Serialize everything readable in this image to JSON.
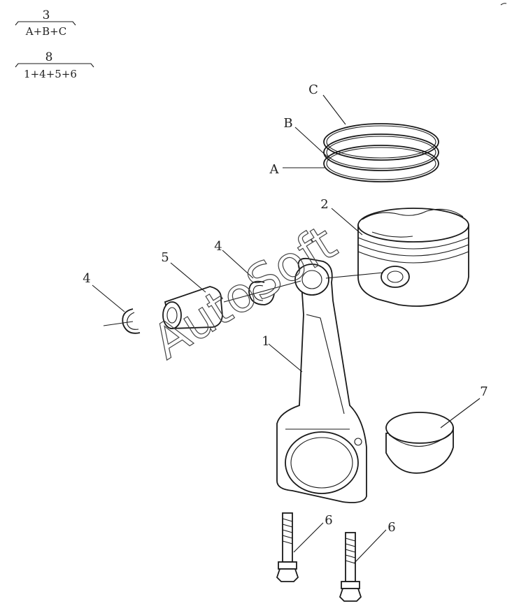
{
  "legend": {
    "groups": [
      {
        "number": "3",
        "parts": "A+B+C"
      },
      {
        "number": "8",
        "parts": "1+4+5+6"
      }
    ]
  },
  "callouts": {
    "ring_c": "C",
    "ring_b": "B",
    "ring_a": "A",
    "piston": "2",
    "snap_ring_left": "4",
    "snap_ring_right": "4",
    "piston_pin": "5",
    "connecting_rod": "1",
    "bearing": "7",
    "bolt_left": "6",
    "bolt_right": "6"
  },
  "watermark": "AutoSoft"
}
